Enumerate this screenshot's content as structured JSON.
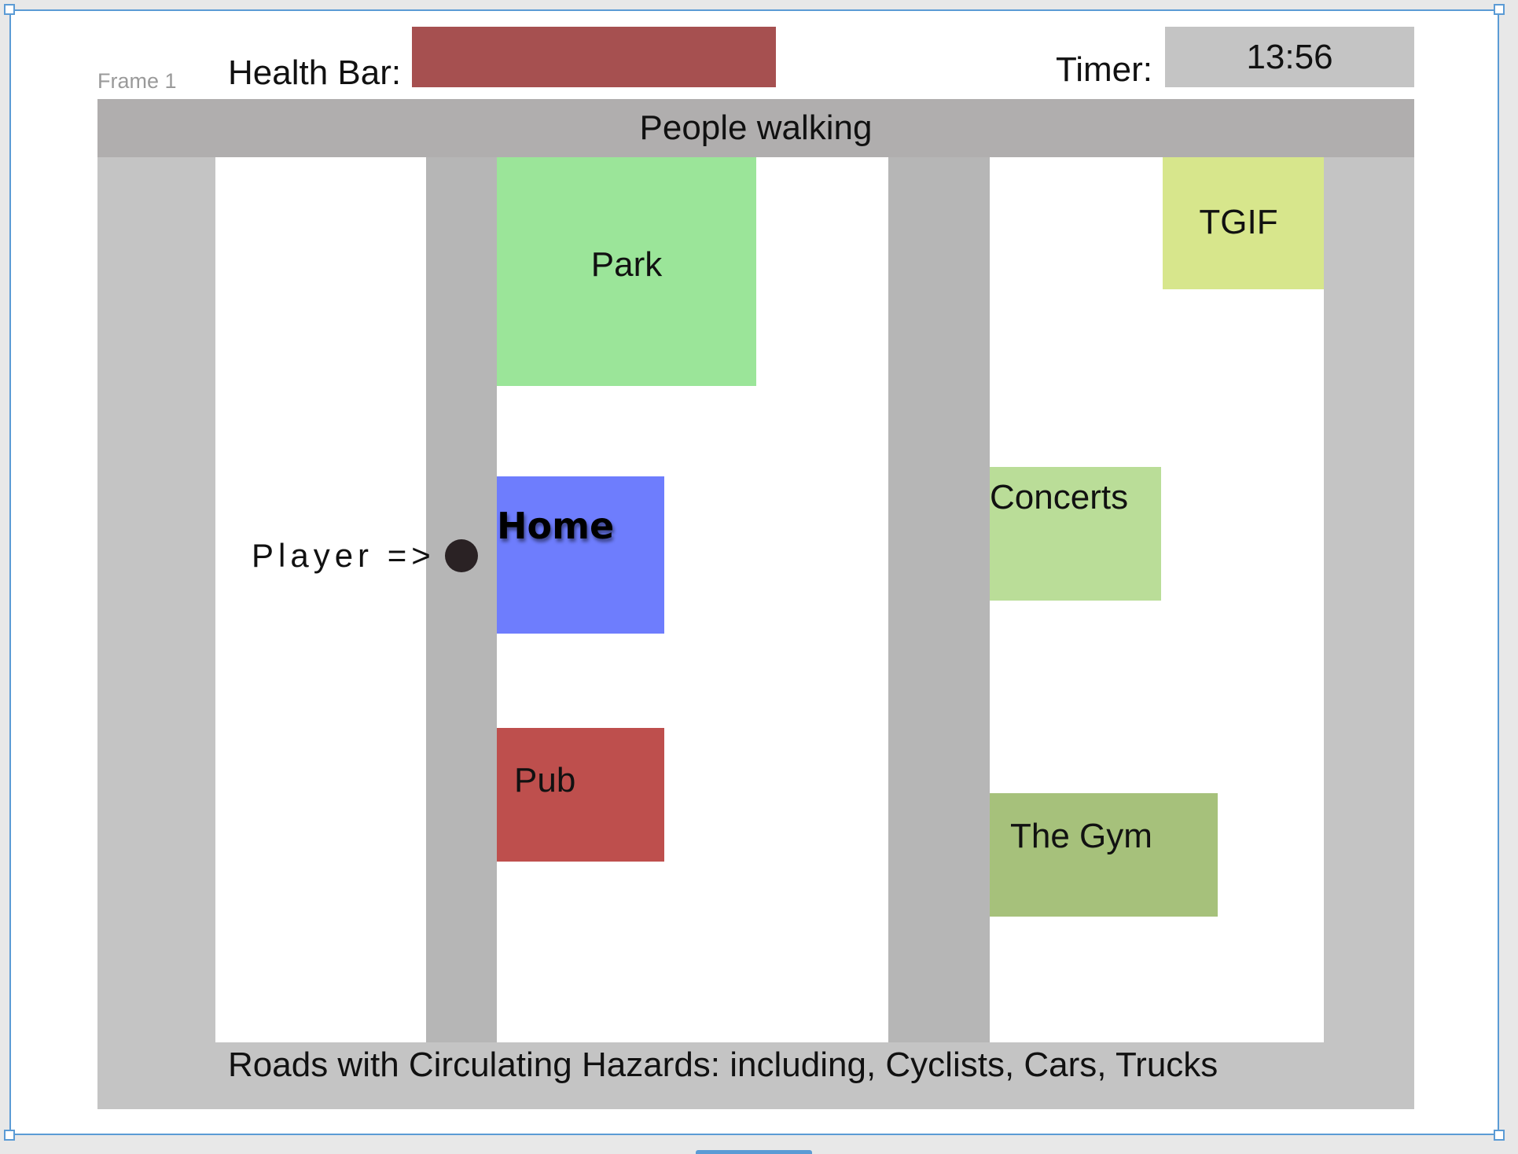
{
  "frame": {
    "label": "Frame 1"
  },
  "hud": {
    "health_label": "Health Bar:",
    "health_level": 1.0,
    "health_color": "#a65050",
    "timer_label": "Timer:",
    "timer_value": "13:56"
  },
  "map": {
    "top_road_label": "People walking",
    "bottom_road_label": "Roads with Circulating Hazards: including, Cyclists, Cars, Trucks",
    "player_label": "Player =>",
    "locations": {
      "park": {
        "label": "Park",
        "color": "#9be599"
      },
      "home": {
        "label": "Home",
        "color": "#6e7dfd"
      },
      "pub": {
        "label": "Pub",
        "color": "#be4f4d"
      },
      "tgif": {
        "label": "TGIF",
        "color": "#d7e68c"
      },
      "concerts": {
        "label": "Concerts",
        "color": "#badd98"
      },
      "gym": {
        "label": "The Gym",
        "color": "#a6c17b"
      }
    }
  }
}
